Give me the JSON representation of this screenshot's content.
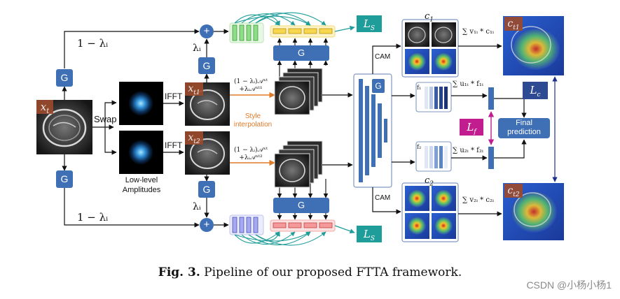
{
  "nodes": {
    "input_tag": "x",
    "input_tag_sub": "t",
    "g_label": "G",
    "swap_label": "Swap",
    "ifft_label": "IFFT",
    "amplitudes_label_line1": "Low-level",
    "amplitudes_label_line2": "Amplitudes",
    "xt1_tag": "x",
    "xt1_sub": "t1",
    "xt2_tag": "x",
    "xt2_sub": "t2",
    "lambda_top": "λᵢ",
    "lambda_bottom": "λᵢ",
    "one_minus_lambda_top": "1 − λᵢ",
    "one_minus_lambda_bottom": "1 − λᵢ",
    "plus_symbol": "+",
    "interp_formula_top_1": "(1 − λᵢ)𝒜ˣᵗ",
    "interp_formula_top_2": "+λᵢ𝒜ˣᵗ¹",
    "interp_formula_bottom_1": "(1 − λᵢ)𝒜ˣᵗ",
    "interp_formula_bottom_2": "+λᵢ𝒜ˣᵗ²",
    "style_interp_line1": "Style",
    "style_interp_line2": "interpolation",
    "ls_label": "L",
    "ls_sub": "S",
    "cam_label": "CAM",
    "c1_label": "c",
    "c1_sub": "1",
    "c2_label": "c",
    "c2_sub": "2",
    "ct1_label": "c",
    "ct1_sub": "t1",
    "ct2_label": "c",
    "ct2_sub": "t2",
    "sum_v1": "∑ v₁ᵢ * c₁ᵢ",
    "sum_v2": "∑ v₂ᵢ * c₂ᵢ",
    "sum_u1": "∑ u₁ᵢ * f₁ᵢ",
    "sum_u2": "∑ u₂ᵢ * f₂ᵢ",
    "f1_label": "f₁",
    "f2_label": "f₂",
    "lf_label": "L",
    "lf_sub": "f",
    "lc_label": "L",
    "lc_sub": "c",
    "final_pred_line1": "Final",
    "final_pred_line2": "prediction"
  },
  "caption": {
    "prefix": "Fig. 3.",
    "text": " Pipeline of our proposed FTTA framework."
  },
  "watermark": "CSDN @小杨小杨1",
  "colors": {
    "g_block": "#3f6fb5",
    "ls_box": "#1f9d9a",
    "lc_box": "#2d4a93",
    "lf_box": "#c21d8f",
    "style_text": "#e07b2a",
    "feature_green": "#7fd27a",
    "feature_yellow": "#f4d24a",
    "feature_purple": "#8a8ee0",
    "feature_pink": "#ef8a8a",
    "arrow_teal": "#1f9d9a",
    "arrow_orange": "#e07b2a",
    "arrow_magenta": "#c21d8f",
    "arrow_darkblue": "#1b2f8a"
  }
}
